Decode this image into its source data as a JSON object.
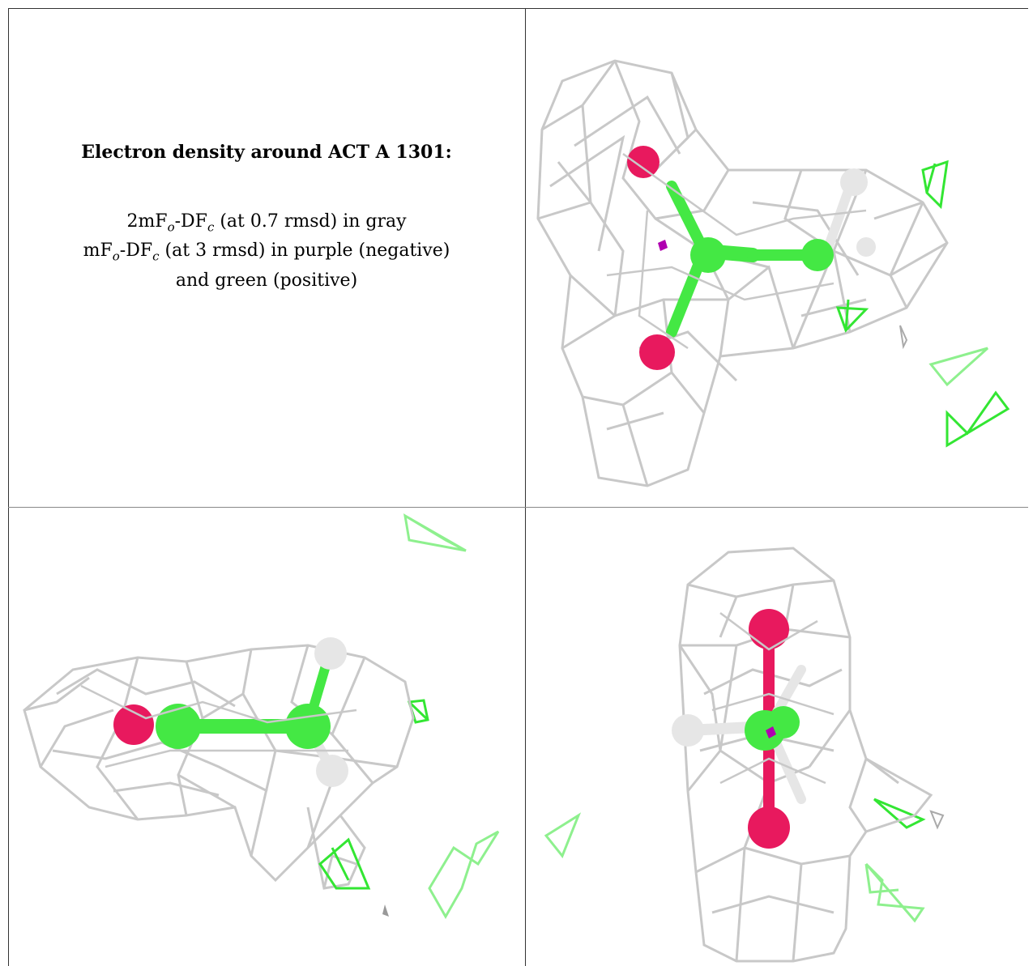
{
  "caption": {
    "title": "Electron density around ACT A 1301:",
    "line1": {
      "a": "2mF",
      "b": "o",
      "c": "-DF",
      "d": "c",
      "e": " (at 0.7 rmsd) in gray"
    },
    "line2": {
      "a": "mF",
      "b": "o",
      "c": "-DF",
      "d": "c",
      "e": " (at 3 rmsd) in purple (negative)"
    },
    "line3": "and green (positive)"
  },
  "colors": {
    "mesh_gray": "#c8c8c8",
    "positive_green": "#33e633",
    "negative_purple": "#b000b0",
    "oxygen": "#e8195e",
    "carbon": "#44e844",
    "hydrogen": "#e6e6e6",
    "border": "#333333"
  },
  "views": [
    {
      "name": "view-top-right"
    },
    {
      "name": "view-bottom-left"
    },
    {
      "name": "view-bottom-right"
    }
  ]
}
